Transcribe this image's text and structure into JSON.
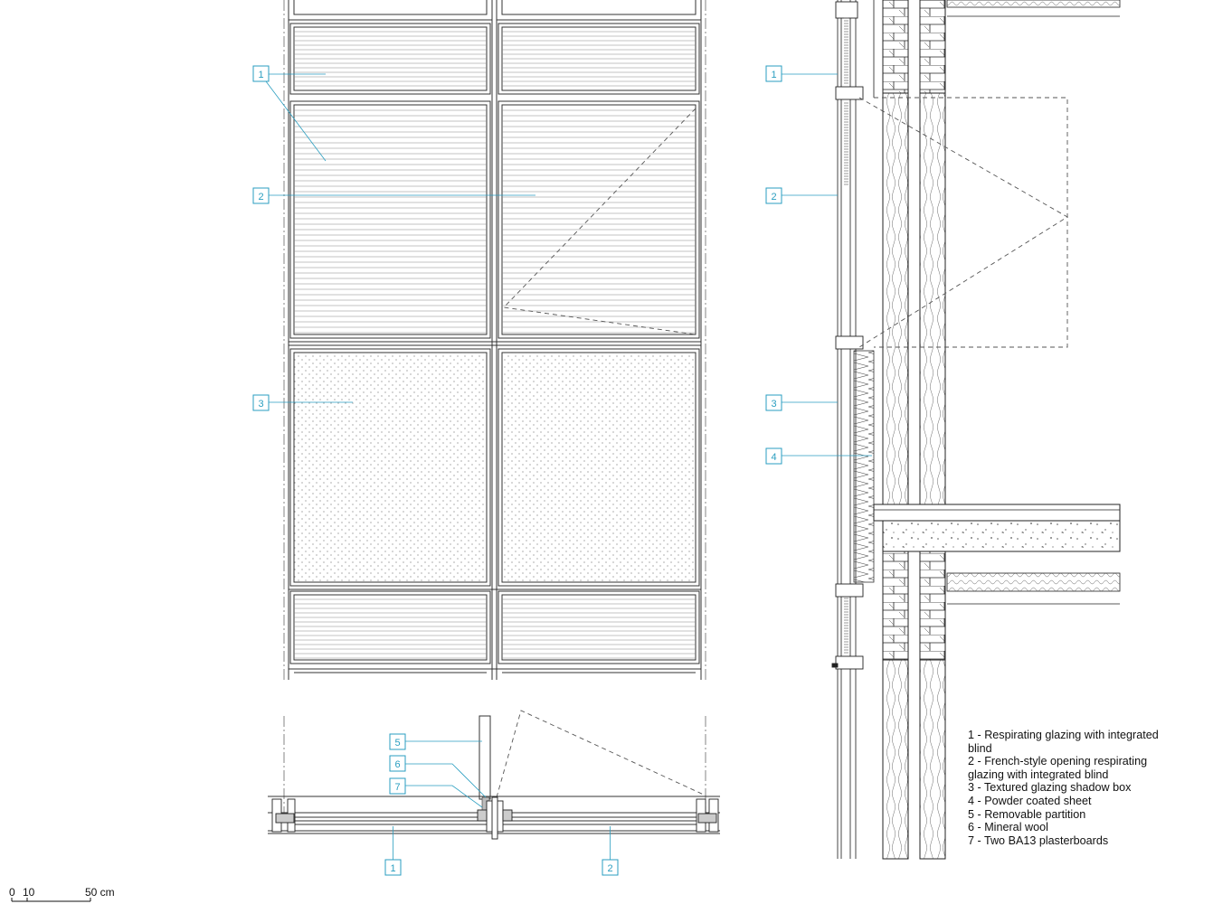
{
  "legend": [
    "1 - Respirating glazing with integrated blind",
    "2 - French-style opening respirating glazing with integrated blind",
    "3 - Textured glazing shadow box",
    "4 - Powder coated sheet",
    "5 - Removable partition",
    "6 - Mineral wool",
    "7 - Two BA13 plasterboards"
  ],
  "elevation_tags": [
    "1",
    "2",
    "3"
  ],
  "section_tags": [
    "1",
    "2",
    "3",
    "4"
  ],
  "plan_tags": [
    "5",
    "6",
    "7",
    "1",
    "2"
  ],
  "scale_bar": {
    "ticks": [
      "0",
      "10",
      "50 cm"
    ]
  },
  "colors": {
    "line": "#333333",
    "tag": "#2a9ec0",
    "dash": "#555555"
  }
}
